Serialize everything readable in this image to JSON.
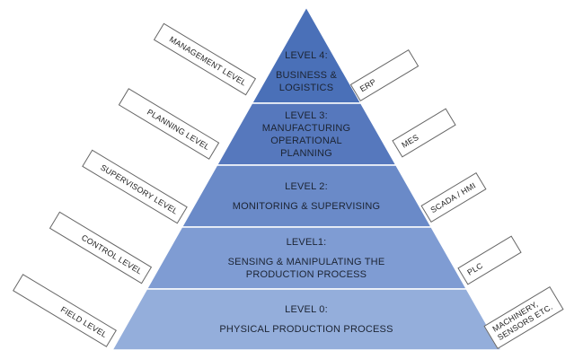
{
  "colors": {
    "tier4": "#4a70b8",
    "tier3": "#5678bd",
    "tier2": "#6a8ac8",
    "tier1": "#7f9cd3",
    "tier0": "#94aedb",
    "outline": "#ffffff"
  },
  "tiers": [
    {
      "level": "LEVEL 4:",
      "text": [
        "BUSINESS &",
        "LOGISTICS"
      ],
      "left_tag": "MANAGEMENT LEVEL",
      "right_tag": [
        "ERP"
      ]
    },
    {
      "level": "LEVEL 3:",
      "text": [
        "MANUFACTURING",
        "OPERATIONAL",
        "PLANNING"
      ],
      "left_tag": "PLANNING LEVEL",
      "right_tag": [
        "MES"
      ]
    },
    {
      "level": "LEVEL 2:",
      "text": [
        "MONITORING & SUPERVISING"
      ],
      "left_tag": "SUPERVISORY LEVEL",
      "right_tag": [
        "SCADA / HMI"
      ]
    },
    {
      "level": "LEVEL1:",
      "text": [
        "SENSING & MANIPULATING THE",
        "PRODUCTION PROCESS"
      ],
      "left_tag": "CONTROL LEVEL",
      "right_tag": [
        "PLC"
      ]
    },
    {
      "level": "LEVEL 0:",
      "text": [
        "PHYSICAL PRODUCTION PROCESS"
      ],
      "left_tag": "FIELD LEVEL",
      "right_tag": [
        "MACHINERY,",
        "SENSORS ETC."
      ]
    }
  ]
}
